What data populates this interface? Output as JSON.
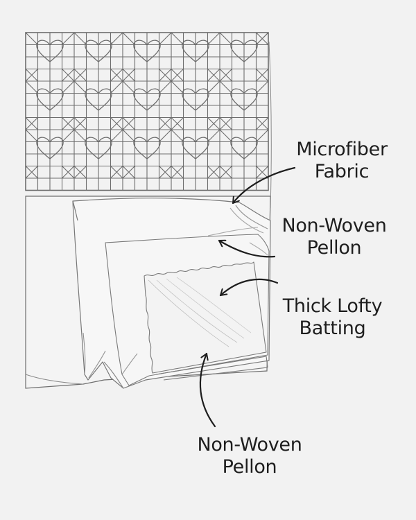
{
  "labels": {
    "microfiber": {
      "line1": "Microfiber",
      "line2": "Fabric"
    },
    "pellon_top": {
      "line1": "Non-Woven",
      "line2": "Pellon"
    },
    "batting": {
      "line1": "Thick Lofty",
      "line2": "Batting"
    },
    "pellon_bottom": {
      "line1": "Non-Woven",
      "line2": "Pellon"
    }
  },
  "colors": {
    "background": "#f2f2f2",
    "sketch": "#6d6d6d",
    "text": "#1e1e1e"
  }
}
